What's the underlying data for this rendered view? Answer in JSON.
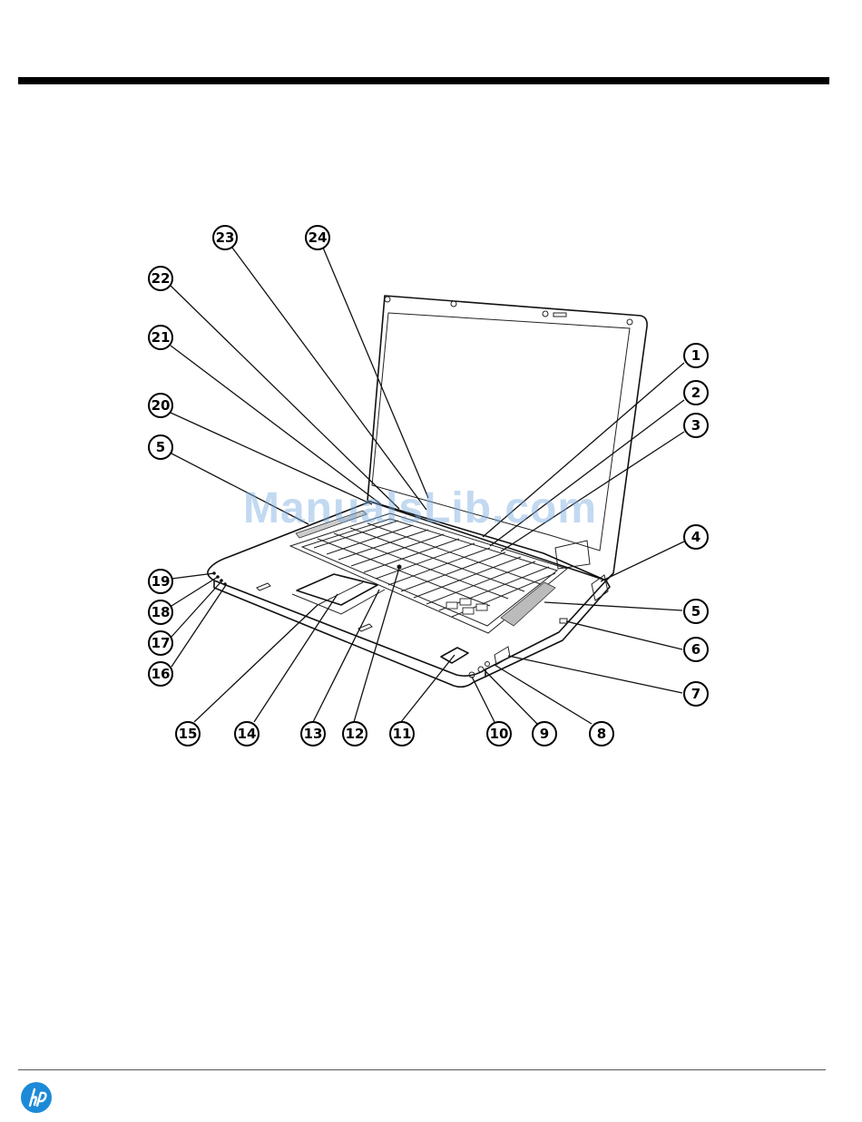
{
  "watermark": "ManualsLib.com",
  "brand": {
    "logo_text": "hp",
    "color": "#1d8ad8"
  },
  "callouts": [
    "1",
    "2",
    "3",
    "4",
    "5",
    "6",
    "7",
    "8",
    "9",
    "10",
    "11",
    "12",
    "13",
    "14",
    "15",
    "16",
    "17",
    "18",
    "19",
    "20",
    "5",
    "21",
    "22",
    "23",
    "24"
  ]
}
